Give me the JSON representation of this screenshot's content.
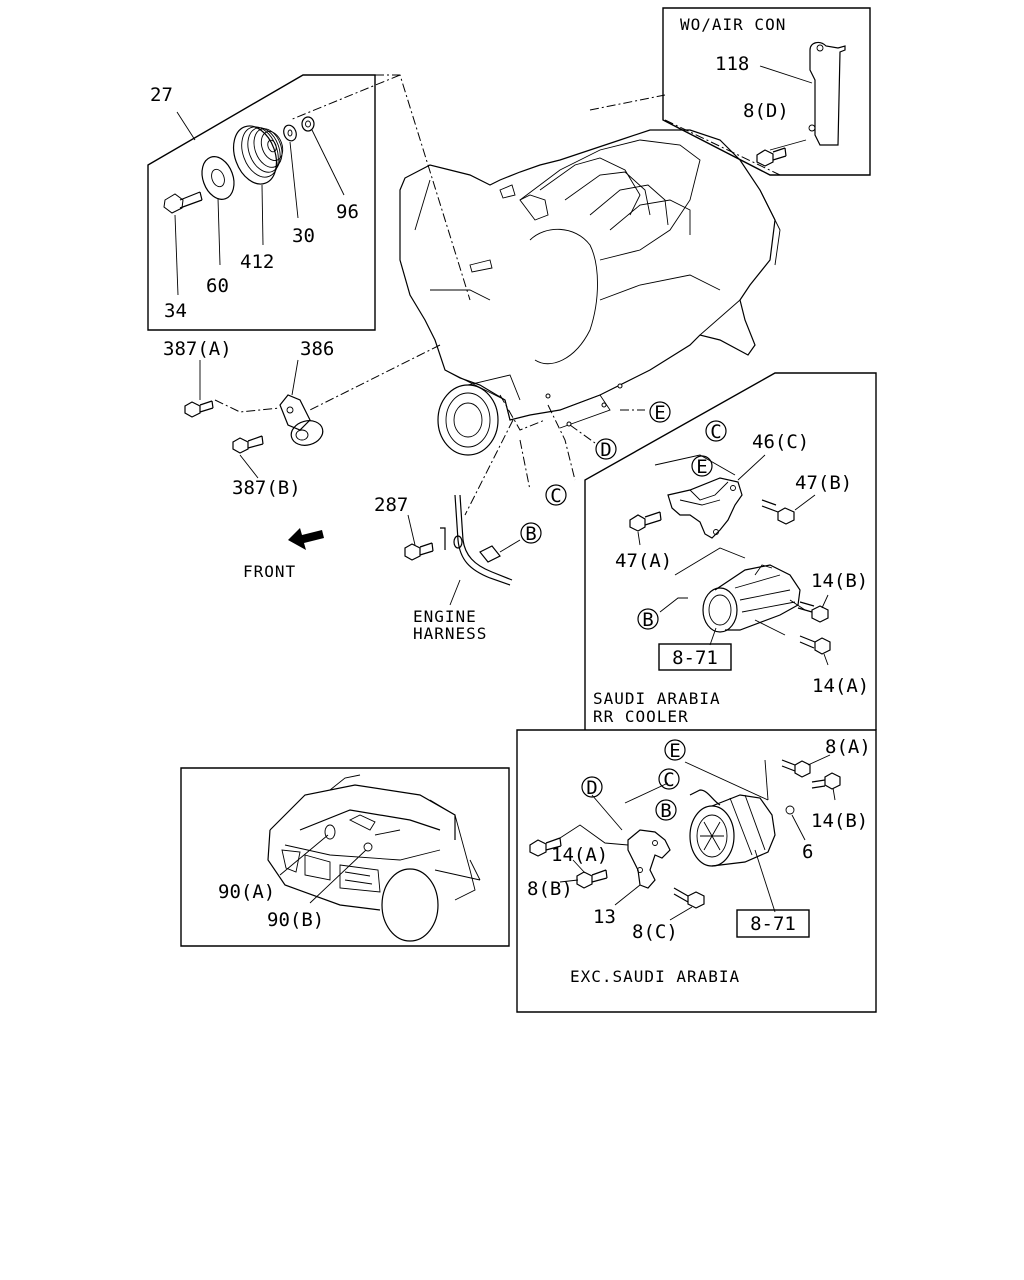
{
  "boxes": {
    "wo_air_con": "WO/AIR CON",
    "saudi_line1": "SAUDI ARABIA",
    "saudi_line2": "RR COOLER",
    "exc_saudi": "EXC.SAUDI ARABIA"
  },
  "notes": {
    "front": "FRONT",
    "engine_line1": "ENGINE",
    "engine_line2": "HARNESS"
  },
  "refs": {
    "ref_a": "8-71",
    "ref_b": "8-71"
  },
  "callouts": {
    "b": "B",
    "c": "C",
    "d": "D",
    "e": "E"
  },
  "parts": {
    "p27": "27",
    "p34": "34",
    "p60": "60",
    "p412": "412",
    "p30": "30",
    "p96": "96",
    "p387a": "387(A)",
    "p386": "386",
    "p387b": "387(B)",
    "p287": "287",
    "p118": "118",
    "p8d": "8(D)",
    "p46c": "46(C)",
    "p47b": "47(B)",
    "p47a": "47(A)",
    "p14b_1": "14(B)",
    "p14a_1": "14(A)",
    "p8a": "8(A)",
    "p14b_2": "14(B)",
    "p6": "6",
    "p14a_2": "14(A)",
    "p8b": "8(B)",
    "p13": "13",
    "p8c": "8(C)",
    "p90a": "90(A)",
    "p90b": "90(B)"
  }
}
